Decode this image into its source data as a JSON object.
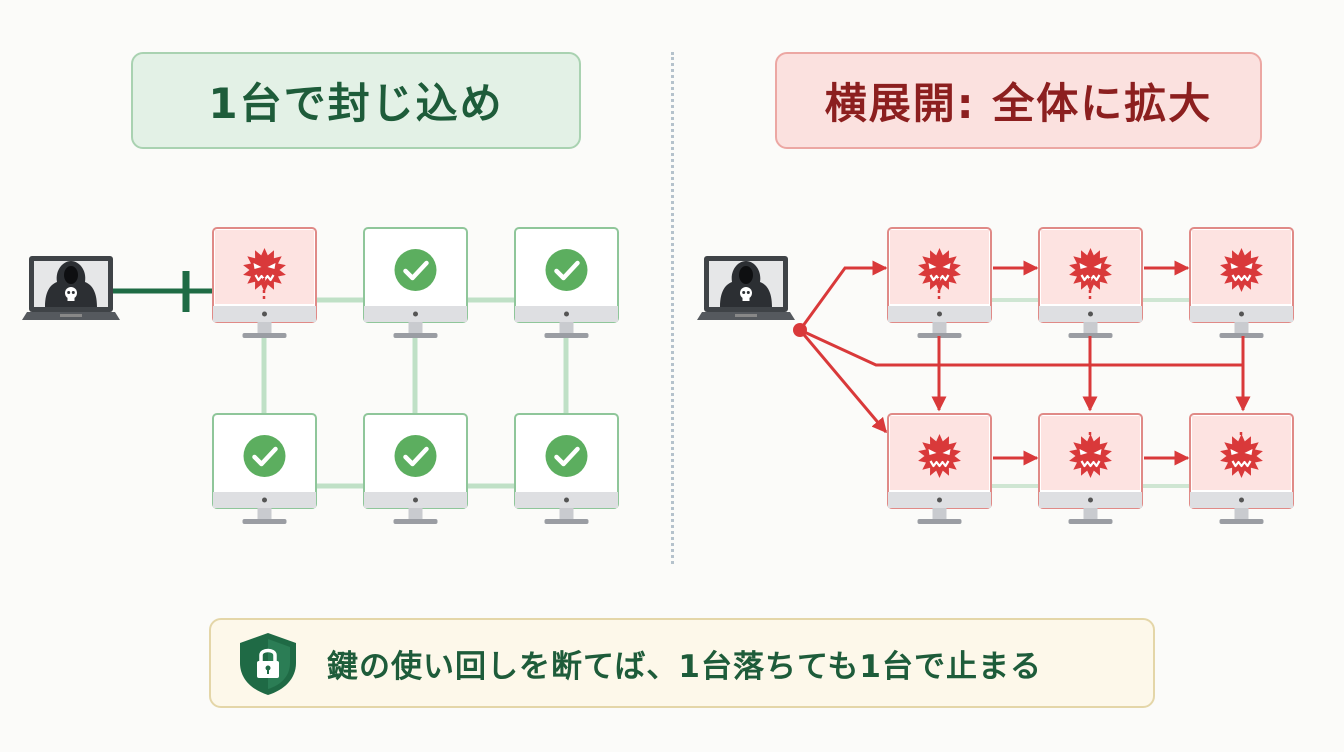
{
  "left_panel": {
    "title": "1台で封じ込め",
    "status": [
      "infected",
      "safe",
      "safe",
      "safe",
      "safe",
      "safe"
    ]
  },
  "right_panel": {
    "title": "横展開: 全体に拡大",
    "status": [
      "infected",
      "infected",
      "infected",
      "infected",
      "infected",
      "infected"
    ]
  },
  "footer": {
    "message": "鍵の使い回しを断てば、1台落ちても1台で止まる",
    "icon": "lock-shield-icon"
  },
  "colors": {
    "safe_green": "#5cae5f",
    "safe_border": "#8fc69a",
    "contained_line": "#1e6b45",
    "danger_red": "#d9393a",
    "infected_border": "#e08a87",
    "screen_infected_bg": "#fde3e1",
    "screen_safe_bg": "#ffffff",
    "hacker_gray": "#3f4347"
  }
}
